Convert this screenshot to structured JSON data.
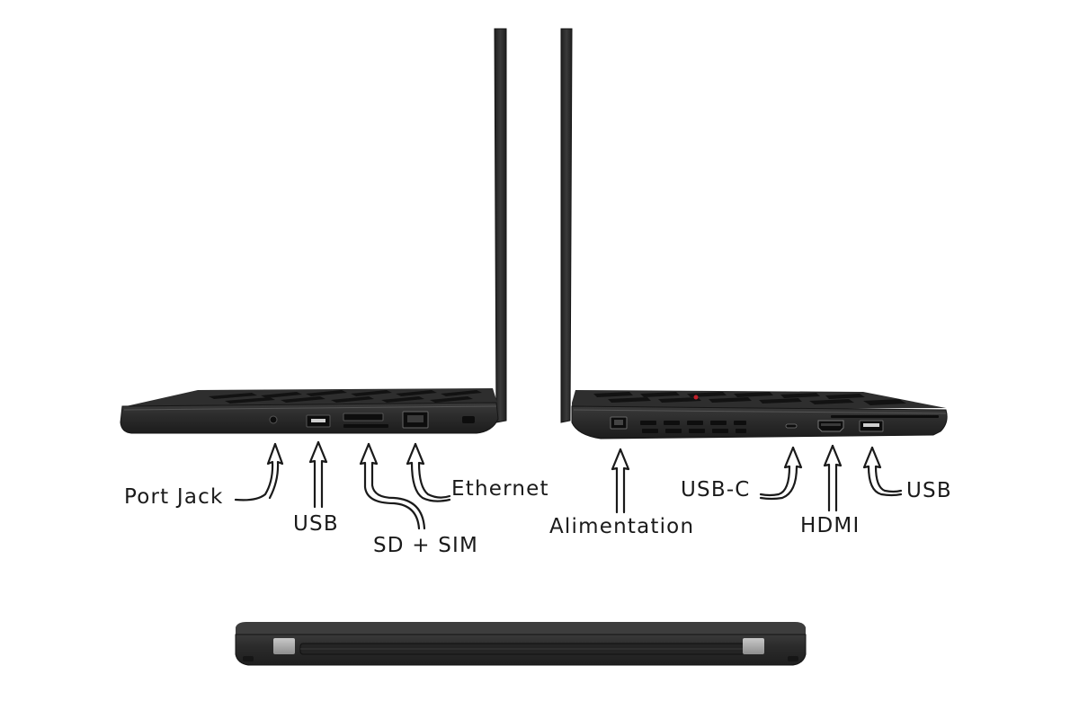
{
  "colors": {
    "body": "#2c2c2c",
    "body_edge": "#1b1b1b",
    "body_highlight": "#4a4a4a",
    "keys": "#141414",
    "ink": "#1a1a1a",
    "hinge": "#a9a9a9",
    "trackpoint": "#c0202a"
  },
  "labels": {
    "left_side": {
      "port_jack": "Port Jack",
      "usb": "USB",
      "sd_sim": "SD + SIM",
      "ethernet": "Ethernet"
    },
    "right_side": {
      "alimentation": "Alimentation",
      "usb_c": "USB-C",
      "hdmi": "HDMI",
      "usb": "USB"
    }
  }
}
